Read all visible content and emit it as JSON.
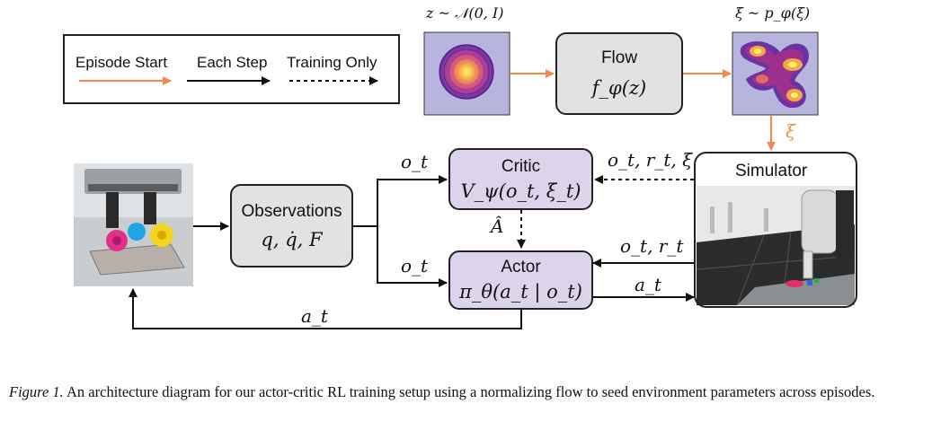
{
  "legend": {
    "episode_start": "Episode Start",
    "each_step": "Each Step",
    "training_only": "Training Only"
  },
  "prior": {
    "label": "z ~ 𝒩(0, I)"
  },
  "flow": {
    "title": "Flow",
    "formula": "f_φ(z)"
  },
  "posterior": {
    "label": "ξ ~ p_φ(ξ)"
  },
  "simulator": {
    "title": "Simulator"
  },
  "critic": {
    "title": "Critic",
    "formula": "V_ψ(o_t, ξ_t)"
  },
  "actor": {
    "title": "Actor",
    "formula": "π_θ(a_t | o_t)"
  },
  "observations": {
    "title": "Observations",
    "formula": "q, q̇, F"
  },
  "arrow_labels": {
    "xi": "ξ",
    "sim_to_critic": "o_t, r_t, ξ",
    "sim_to_actor": "o_t, r_t",
    "obs_to_critic": "o_t",
    "obs_to_actor": "o_t",
    "advantage": "Â",
    "actor_to_sim": "a_t",
    "action_back": "a_t"
  },
  "caption": {
    "prefix": "Figure 1.",
    "text": " An architecture diagram for our actor-critic RL training setup using a normalizing flow to seed environment parameters across episodes."
  },
  "colors": {
    "orange": "#f08a4b",
    "purple_box": "#ddd3ea",
    "gray_box": "#e2e2e2",
    "density_bg": "#b7b5de"
  }
}
